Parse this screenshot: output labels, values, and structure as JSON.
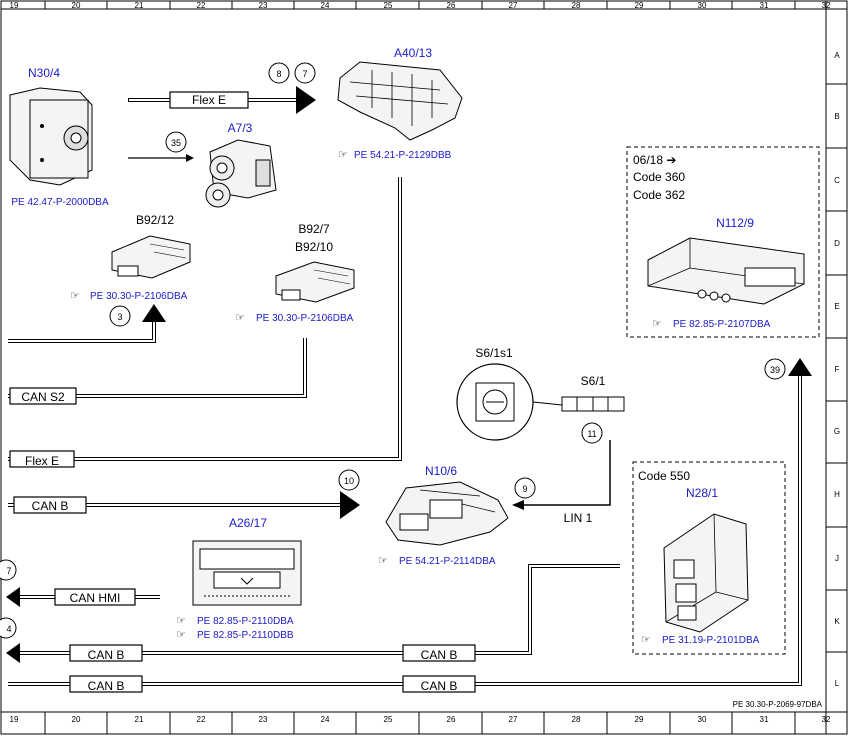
{
  "grid": {
    "columns": [
      "19",
      "20",
      "21",
      "22",
      "23",
      "24",
      "25",
      "26",
      "27",
      "28",
      "29",
      "30",
      "31",
      "32"
    ],
    "rows": [
      "A",
      "B",
      "C",
      "D",
      "E",
      "F",
      "G",
      "H",
      "J",
      "K",
      "L"
    ]
  },
  "components": {
    "n30_4": {
      "label": "N30/4",
      "ref": "PE 42.47-P-2000DBA"
    },
    "a40_13": {
      "label": "A40/13",
      "ref": "PE 54.21-P-2129DBB"
    },
    "a7_3": {
      "label": "A7/3"
    },
    "b92_12": {
      "label": "B92/12",
      "ref": "PE 30.30-P-2106DBA"
    },
    "b92_7": {
      "label": "B92/7",
      "label2": "B92/10",
      "ref": "PE 30.30-P-2106DBA"
    },
    "n112_9": {
      "label": "N112/9",
      "ref": "PE 82.85-P-2107DBA",
      "note1": "06/18 ➔",
      "note2": "Code 360",
      "note3": "Code 362"
    },
    "s6_1s1": {
      "label": "S6/1s1"
    },
    "s6_1": {
      "label": "S6/1"
    },
    "n10_6": {
      "label": "N10/6",
      "ref": "PE 54.21-P-2114DBA"
    },
    "a26_17": {
      "label": "A26/17",
      "ref1": "PE 82.85-P-2110DBA",
      "ref2": "PE 82.85-P-2110DBB"
    },
    "n28_1": {
      "label": "N28/1",
      "ref": "PE 31.19-P-2101DBA",
      "note": "Code 550"
    }
  },
  "cables": {
    "flex_e_top": "Flex E",
    "can_s2": "CAN S2",
    "flex_e_left": "Flex E",
    "can_b_1": "CAN B",
    "lin_1": "LIN 1",
    "can_hmi": "CAN HMI",
    "can_b_2": "CAN B",
    "can_b_3": "CAN B",
    "can_b_4": "CAN B",
    "can_b_5": "CAN B"
  },
  "callouts": {
    "c8": "8",
    "c7": "7",
    "c35": "35",
    "c3": "3",
    "c39": "39",
    "c11": "11",
    "c10": "10",
    "c9": "9",
    "c7b": "7",
    "c4": "4"
  },
  "footer_ref": "PE 30.30-P-2069-97DBA"
}
